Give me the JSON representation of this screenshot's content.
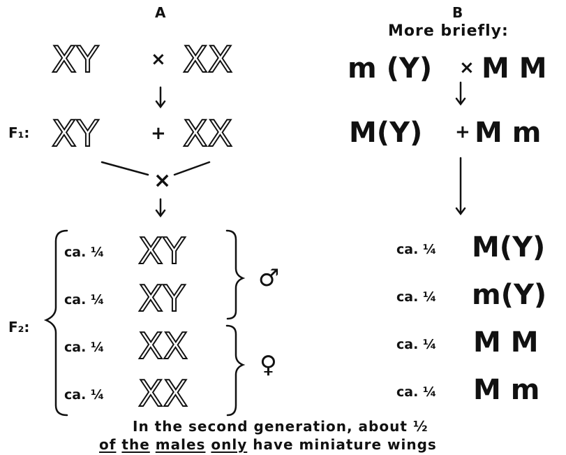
{
  "columns": {
    "a_label": "A",
    "b_label": "B",
    "b_subtitle": "More briefly:"
  },
  "column_a": {
    "parents": {
      "male": "XY",
      "cross": "×",
      "female": "XX"
    },
    "f1_label": "F₁:",
    "f1": {
      "male": "XY",
      "plus": "+",
      "female": "XX"
    },
    "intercross": "×",
    "f2_label": "F₂:",
    "f2_rows": [
      {
        "ratio": "ca. ¼",
        "genotype": "XY",
        "sex": "male"
      },
      {
        "ratio": "ca. ¼",
        "genotype": "XY",
        "sex": "male"
      },
      {
        "ratio": "ca. ¼",
        "genotype": "XX",
        "sex": "female"
      },
      {
        "ratio": "ca. ¼",
        "genotype": "XX",
        "sex": "female"
      }
    ],
    "male_symbol": "♂",
    "female_symbol": "♀"
  },
  "column_b": {
    "parents": {
      "male": "m (Y)",
      "cross": "×",
      "female": "M M"
    },
    "f1": {
      "male": "M(Y)",
      "plus": "+",
      "female": "M m"
    },
    "f2_rows": [
      {
        "ratio": "ca. ¼",
        "genotype": "M(Y)"
      },
      {
        "ratio": "ca. ¼",
        "genotype": "m(Y)"
      },
      {
        "ratio": "ca. ¼",
        "genotype": "M M"
      },
      {
        "ratio": "ca. ¼",
        "genotype": "M m"
      }
    ]
  },
  "caption": {
    "line1": "In the second generation, about ½",
    "line2_words": [
      "of",
      "the",
      "males",
      "only",
      "have miniature wings"
    ]
  },
  "colors": {
    "ink": "#111111",
    "background": "#ffffff"
  }
}
